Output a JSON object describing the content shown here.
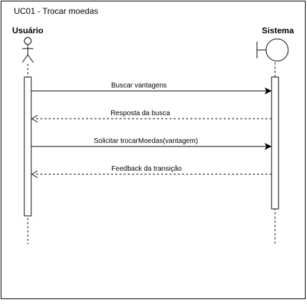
{
  "frame": {
    "title": "UC01 - Trocar moedas"
  },
  "actors": [
    {
      "id": "usuario",
      "label": "Usuário",
      "icon": "stick-figure-icon"
    },
    {
      "id": "sistema",
      "label": "Sistema",
      "icon": "boundary-icon"
    }
  ],
  "messages": [
    {
      "label": "Buscar vantagens",
      "from": "usuario",
      "to": "sistema",
      "style": "solid"
    },
    {
      "label": "Resposta da busca",
      "from": "sistema",
      "to": "usuario",
      "style": "dashed"
    },
    {
      "label": "Solicitar trocarMoedas(vantagem)",
      "from": "usuario",
      "to": "sistema",
      "style": "solid"
    },
    {
      "label": "Feedback da transição",
      "from": "sistema",
      "to": "usuario",
      "style": "dashed"
    }
  ],
  "colors": {
    "stroke": "#000000",
    "background": "#ffffff"
  }
}
